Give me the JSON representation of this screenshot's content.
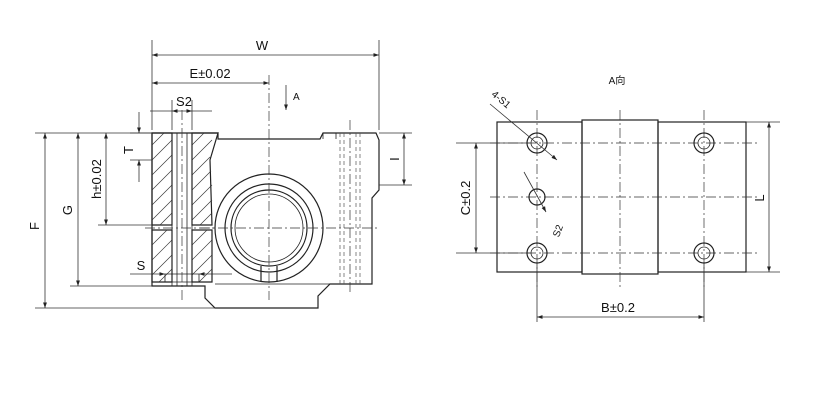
{
  "front_view": {
    "labels": {
      "W": "W",
      "E": "E±0.02",
      "S2": "S2",
      "A_arrow": "A",
      "T": "T",
      "h": "h±0.02",
      "G": "G",
      "F": "F",
      "S": "S",
      "I": "I"
    }
  },
  "side_view": {
    "title": "A向",
    "labels": {
      "S1": "4-S1",
      "C": "C±0.2",
      "S2": "S2",
      "L": "L",
      "B": "B±0.2"
    }
  }
}
